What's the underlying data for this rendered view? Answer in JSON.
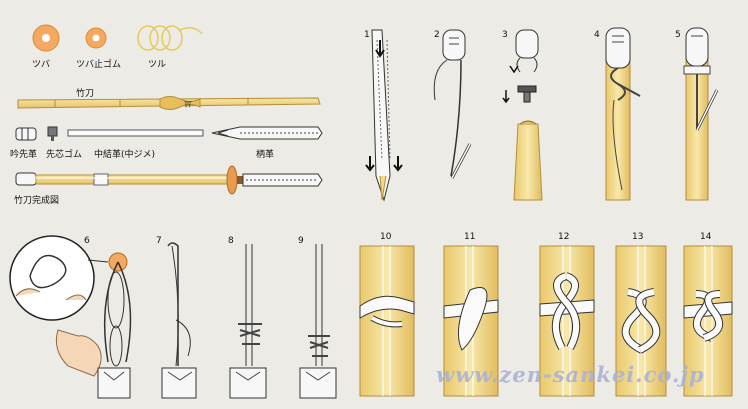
{
  "labels": {
    "tsuba": "ツバ",
    "tsuba_dome": "ツバ止ゴム",
    "tsuru": "ツル",
    "shinai": "竹刀",
    "sakigawa": "吟先革",
    "sakigomu": "先芯ゴム",
    "nakayui": "中結革(中ジメ)",
    "tsukagawa": "柄革",
    "kansei": "竹刀完成図"
  },
  "steps": [
    "1",
    "2",
    "3",
    "4",
    "5",
    "6",
    "7",
    "8",
    "9",
    "10",
    "11",
    "12",
    "13",
    "14"
  ],
  "watermark": "www.zen-sankei.co.jp",
  "colors": {
    "bamboo": "#f2d98a",
    "bamboo_edge": "#c9a24a",
    "tsuba": "#f4a860",
    "leather": "#f7f7f7",
    "background": "#ecebe6"
  }
}
